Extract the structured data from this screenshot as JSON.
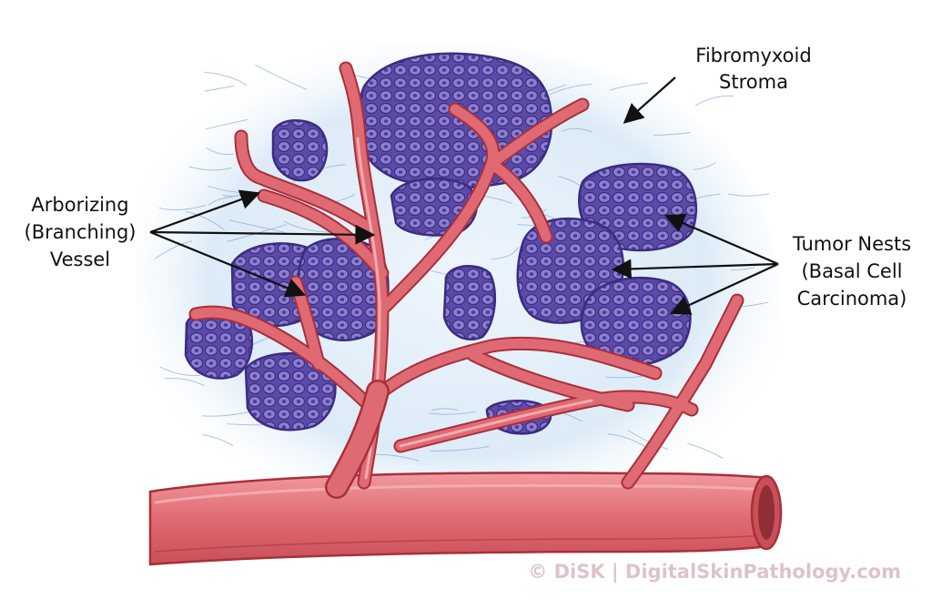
{
  "labels": {
    "stroma": {
      "line1": "Fibromyxoid",
      "line2": "Stroma"
    },
    "vessel": {
      "line1": "Arborizing",
      "line2": "(Branching)",
      "line3": "Vessel"
    },
    "nests": {
      "line1": "Tumor Nests",
      "line2": "(Basal Cell",
      "line3": "Carcinoma)"
    }
  },
  "watermark": "© DiSK | DigitalSkinPathology.com",
  "colors": {
    "stroma_fill": "#dcebf7",
    "stroma_fiber": "#6f98c6",
    "tumor_fill": "#5c4aa8",
    "tumor_cell": "#8d7fd0",
    "tumor_outline": "#3b2c80",
    "vessel_fill": "#e06a73",
    "vessel_outline": "#a8303a",
    "vessel_wall": "#f3b4b8",
    "arrow": "#111111"
  }
}
